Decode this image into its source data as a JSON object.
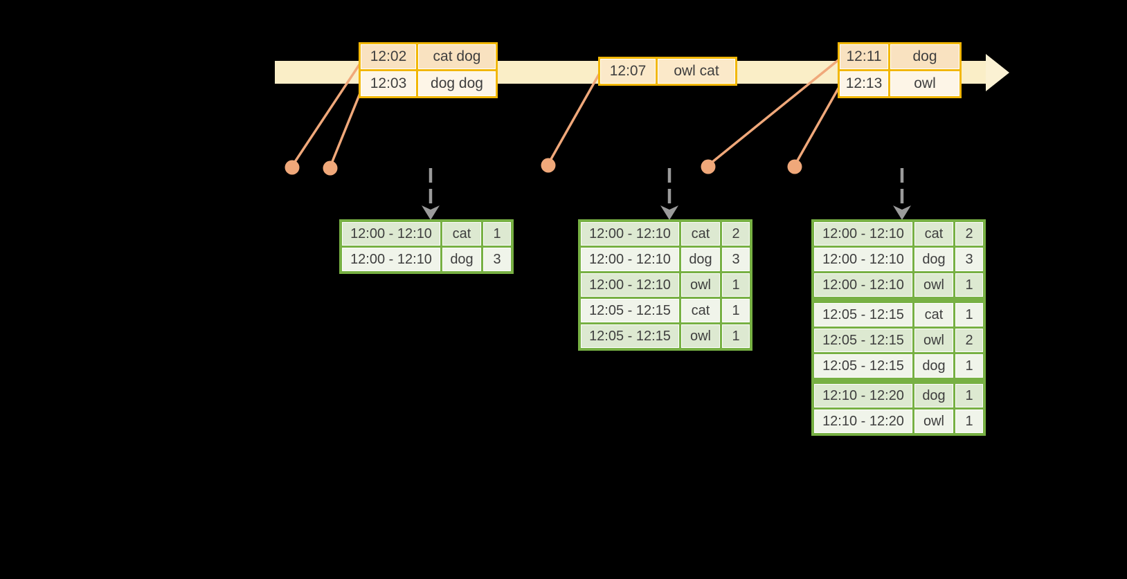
{
  "event_tables": {
    "a": {
      "rows": [
        {
          "time": "12:02",
          "words": "cat dog"
        },
        {
          "time": "12:03",
          "words": "dog dog"
        }
      ]
    },
    "b": {
      "rows": [
        {
          "time": "12:07",
          "words": "owl cat"
        }
      ]
    },
    "c": {
      "rows": [
        {
          "time": "12:11",
          "words": "dog"
        },
        {
          "time": "12:13",
          "words": "owl"
        }
      ]
    }
  },
  "result_tables": {
    "t1": {
      "rows": [
        {
          "window": "12:00 - 12:10",
          "word": "cat",
          "count": "1"
        },
        {
          "window": "12:00 - 12:10",
          "word": "dog",
          "count": "3"
        }
      ]
    },
    "t2": {
      "rows": [
        {
          "window": "12:00 - 12:10",
          "word": "cat",
          "count": "2"
        },
        {
          "window": "12:00 - 12:10",
          "word": "dog",
          "count": "3"
        },
        {
          "window": "12:00 - 12:10",
          "word": "owl",
          "count": "1"
        },
        {
          "window": "12:05 - 12:15",
          "word": "cat",
          "count": "1"
        },
        {
          "window": "12:05 - 12:15",
          "word": "owl",
          "count": "1"
        }
      ]
    },
    "t3": {
      "rows": [
        {
          "window": "12:00 - 12:10",
          "word": "cat",
          "count": "2"
        },
        {
          "window": "12:00 - 12:10",
          "word": "dog",
          "count": "3"
        },
        {
          "window": "12:00 - 12:10",
          "word": "owl",
          "count": "1"
        },
        {
          "window": "12:05 - 12:15",
          "word": "cat",
          "count": "1"
        },
        {
          "window": "12:05 - 12:15",
          "word": "owl",
          "count": "2"
        },
        {
          "window": "12:05 - 12:15",
          "word": "dog",
          "count": "1"
        },
        {
          "window": "12:10 - 12:20",
          "word": "dog",
          "count": "1"
        },
        {
          "window": "12:10 - 12:20",
          "word": "owl",
          "count": "1"
        }
      ]
    }
  },
  "colors": {
    "background": "#000000",
    "timeline_band": "#faeec7",
    "timeline_arrowhead": "#fbf1d3",
    "event_table_border": "#f2b705",
    "event_fill_dark": "#f9e2c0",
    "event_fill_light": "#fdf5e7",
    "connector_dot": "#f0a87a",
    "trigger_arrow": "#9b9b9b",
    "result_table_border": "#77b043",
    "result_fill_dark": "#dde9d1",
    "result_fill_light": "#f0f4ea",
    "text": "#3e3e3e"
  }
}
